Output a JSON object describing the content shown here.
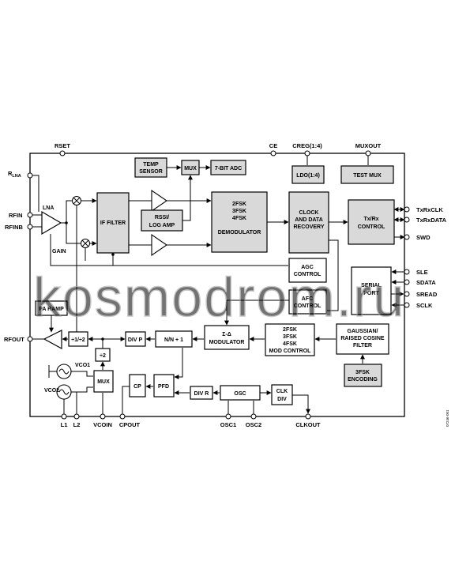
{
  "pins_top": {
    "rset": "RSET",
    "ce": "CE",
    "creg": "CREG(1:4)",
    "muxout": "MUXOUT"
  },
  "pins_left": {
    "r_lna_main": "R",
    "r_lna_sub": "LNA",
    "rfin": "RFIN",
    "rfinb": "RFINB",
    "rfout": "RFOUT"
  },
  "pins_right": {
    "txrxclk": "TxRxCLK",
    "txrxdata": "TxRxDATA",
    "swd": "SWD",
    "sle": "SLE",
    "sdata": "SDATA",
    "sread": "SREAD",
    "sclk": "SCLK"
  },
  "pins_bottom": {
    "l1": "L1",
    "l2": "L2",
    "vcoin": "VCOIN",
    "cpout": "CPOUT",
    "osc1": "OSC1",
    "osc2": "OSC2",
    "clkout": "CLKOUT"
  },
  "labels": {
    "lna": "LNA",
    "gain": "GAIN",
    "vco1": "VCO1",
    "vco2": "VCO2"
  },
  "blocks": {
    "temp_sensor": [
      "TEMP",
      "SENSOR"
    ],
    "mux_top": "MUX",
    "adc": "7-BIT ADC",
    "ldo": "LDO(1:4)",
    "test_mux": "TEST MUX",
    "if_filter": "IF FILTER",
    "rssi": [
      "RSSI/",
      "LOG AMP"
    ],
    "demod": [
      "2FSK",
      "3FSK",
      "4FSK",
      "",
      "DEMODULATOR"
    ],
    "clock_recovery": [
      "CLOCK",
      "AND DATA",
      "RECOVERY"
    ],
    "txrx_control": [
      "Tx/Rx",
      "CONTROL"
    ],
    "agc": [
      "AGC",
      "CONTROL"
    ],
    "afc": [
      "AFC",
      "CONTROL"
    ],
    "serial_port": [
      "SERIAL",
      "PORT"
    ],
    "pa_ramp": "PA RAMP",
    "div2_out": "÷1/÷2",
    "div_p": "DIV P",
    "n_n1": "N/N + 1",
    "sd_mod": [
      "Σ-Δ",
      "MODULATOR"
    ],
    "mod_control": [
      "2FSK",
      "3FSK",
      "4FSK",
      "MOD CONTROL"
    ],
    "gaussian": [
      "GAUSSIAN/",
      "RAISED COSINE",
      "FILTER"
    ],
    "fsk3_enc": [
      "3FSK",
      "ENCODING"
    ],
    "div2_vco": "÷2",
    "mux_vco": "MUX",
    "cp": "CP",
    "pfd": "PFD",
    "div_r": "DIV R",
    "osc": "OSC",
    "clk_div": [
      "CLK",
      "DIV"
    ]
  },
  "watermark": "kosmodrom.ru",
  "figure_id": "07246-001"
}
